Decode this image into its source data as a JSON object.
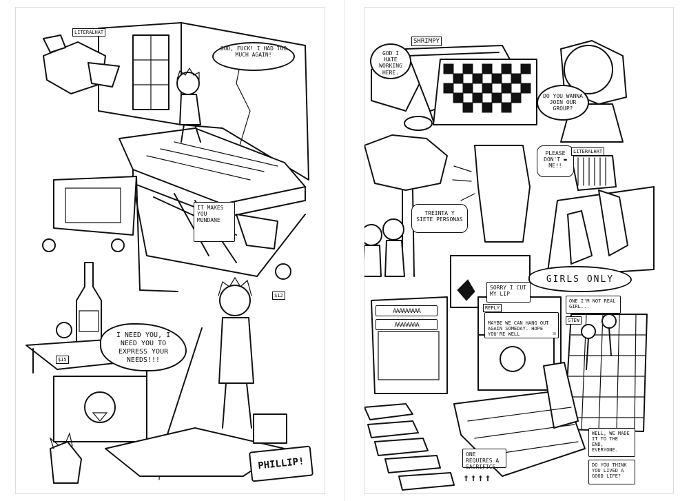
{
  "left_page": {
    "corner_tag": "LITERALHAT",
    "bubbles": {
      "too_much": "GOD, FUCK! I HAD TOO MUCH AGAIN!",
      "mundane": "IT MAKES YOU MUNDANE",
      "needs": "I NEED YOU, I NEED YOU TO EXPRESS YOUR NEEDS!!!",
      "phillip": "PHILLIP!"
    },
    "price_tags": {
      "tag_a": "$12",
      "tag_b": "$15"
    }
  },
  "right_page": {
    "bubbles": {
      "working": "GOD I HATE WORKING HERE.",
      "shrimpy": "SHRIMPY",
      "join": "DO YOU WANNA JOIN OUR GROUP?",
      "dont": "PLEASE DON'T ▬ ME!!",
      "treinta": "TREINTA Y SIETE PERSONAS",
      "sorry": "SORRY I CUT MY LIP",
      "reply_label": "REPLY",
      "hang_out": "MAYBE WE CAN HANG OUT AGAIN SOMEDAY. HOPE YOU'RE WELL",
      "girl": "ONE I'M NOT REAL GIRL...",
      "sacrifice": "ONE REQUIRES A SACRIFICE.",
      "made_it": "WELL, WE MADE IT TO THE END, EVERYONE.",
      "good_life": "DO YOU THINK YOU LIVED A GOOD LIFE?"
    },
    "signs": {
      "literalhat": "LITERALHAT",
      "girls_only": "GIRLS ONLY",
      "stew": "STEW",
      "vending_top": "AAAAAAAAA",
      "vending_bottom": "AAAAAAAA"
    },
    "crosses": "† † † †",
    "send_button": "☒"
  }
}
